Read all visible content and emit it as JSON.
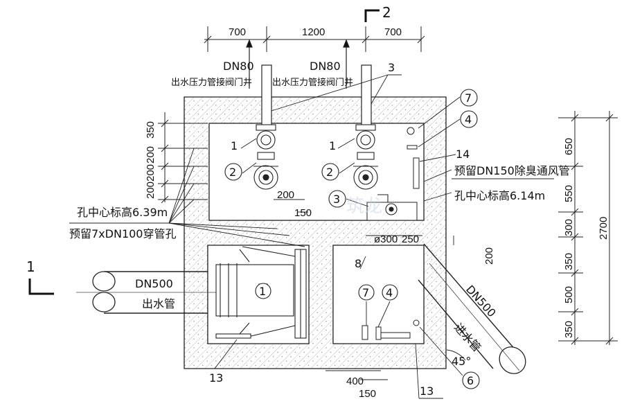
{
  "top_dims": [
    "700",
    "1200",
    "700"
  ],
  "section_marks": {
    "top": "2",
    "left": "1"
  },
  "pipes": {
    "dn80_left": "DN80",
    "dn80_right": "DN80",
    "valve_left": "出水压力管接阀门井",
    "valve_right": "出水压力管接阀门井",
    "outlet_size": "DN500",
    "outlet_label": "出水管",
    "inlet_size": "DN500",
    "inlet_label": "进水管",
    "angle": "45°"
  },
  "left_dims": [
    "350",
    "200",
    "200",
    "200"
  ],
  "right_dims": [
    "650",
    "550",
    "300",
    "350",
    "500",
    "350"
  ],
  "right_total": "2700",
  "notes": {
    "left_hole_center": "孔中心标高6.39m",
    "left_holes": "预留7xDN100穿管孔",
    "vent": "预留DN150除臭通风管",
    "right_hole_center": "孔中心标高6.14m"
  },
  "inner_dims": {
    "d200a": "200",
    "d150a": "150",
    "d300": "ø300",
    "d250": "250",
    "d200b": "200",
    "d400": "400",
    "d150b": "150"
  },
  "callouts": {
    "n1a": "1",
    "n1b": "1",
    "n2a": "2",
    "n2b": "2",
    "n3": "3",
    "n3top": "3",
    "n4a": "4",
    "n4b": "4",
    "n6": "6",
    "n7a": "7",
    "n7b": "7",
    "n8": "8",
    "n13a": "13",
    "n13b": "13",
    "n14": "14",
    "n1circ": "1"
  },
  "watermark": "筑龙"
}
